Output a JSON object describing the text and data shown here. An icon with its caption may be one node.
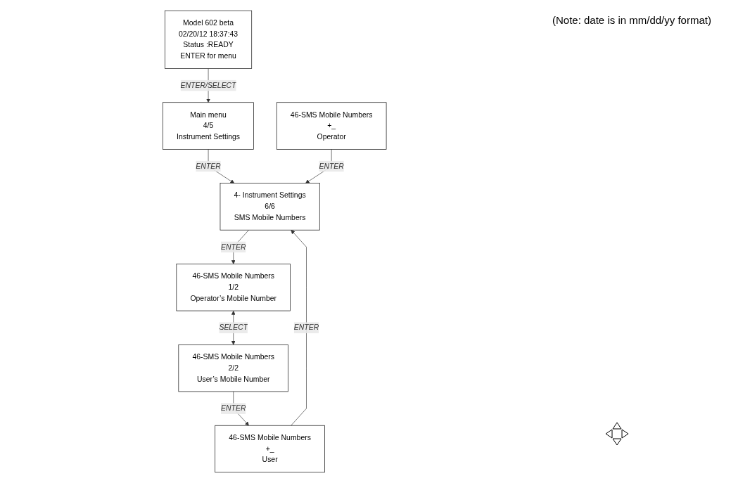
{
  "diagram": {
    "nodes": [
      {
        "text": [
          "Model 602 beta",
          "02/20/12 18:37:43",
          "Status :READY",
          "ENTER for menu"
        ]
      },
      {
        "text": [
          "Main menu",
          "4/5",
          "Instrument Settings"
        ]
      },
      {
        "text": [
          "4- Instrument Settings",
          "6/6",
          "SMS Mobile Numbers"
        ]
      },
      {
        "text": [
          "46-SMS Mobile Numbers",
          "1/2",
          "Operator’s Mobile Number"
        ]
      },
      {
        "text": [
          "46-SMS Mobile Numbers",
          "2/2",
          "User’s Mobile Number"
        ]
      },
      {
        "text": [
          "46-SMS Mobile Numbers",
          "+_",
          "Operator"
        ]
      },
      {
        "text": [
          "46-SMS Mobile Numbers",
          "+_",
          "User"
        ]
      }
    ],
    "edges": [
      {
        "from": 0,
        "to": 1,
        "arrow": "to",
        "label": "ENTER/SELECT"
      },
      {
        "from": 1,
        "to": 2,
        "arrow": "to",
        "label": "ENTER"
      },
      {
        "from": 2,
        "to": 3,
        "arrow": "to",
        "label": "ENTER"
      },
      {
        "from": 3,
        "to": 4,
        "arrow": "both",
        "label": "SELECT"
      },
      {
        "from": 4,
        "to": 6,
        "arrow": "to",
        "label": "ENTER"
      },
      {
        "from": 5,
        "to": 2,
        "arrow": "to",
        "label": "ENTER"
      },
      {
        "from": 6,
        "to": 2,
        "arrow": "to",
        "label": "ENTER"
      }
    ],
    "labels": [
      "(Note: date is in mm/dd/yy format)"
    ]
  }
}
